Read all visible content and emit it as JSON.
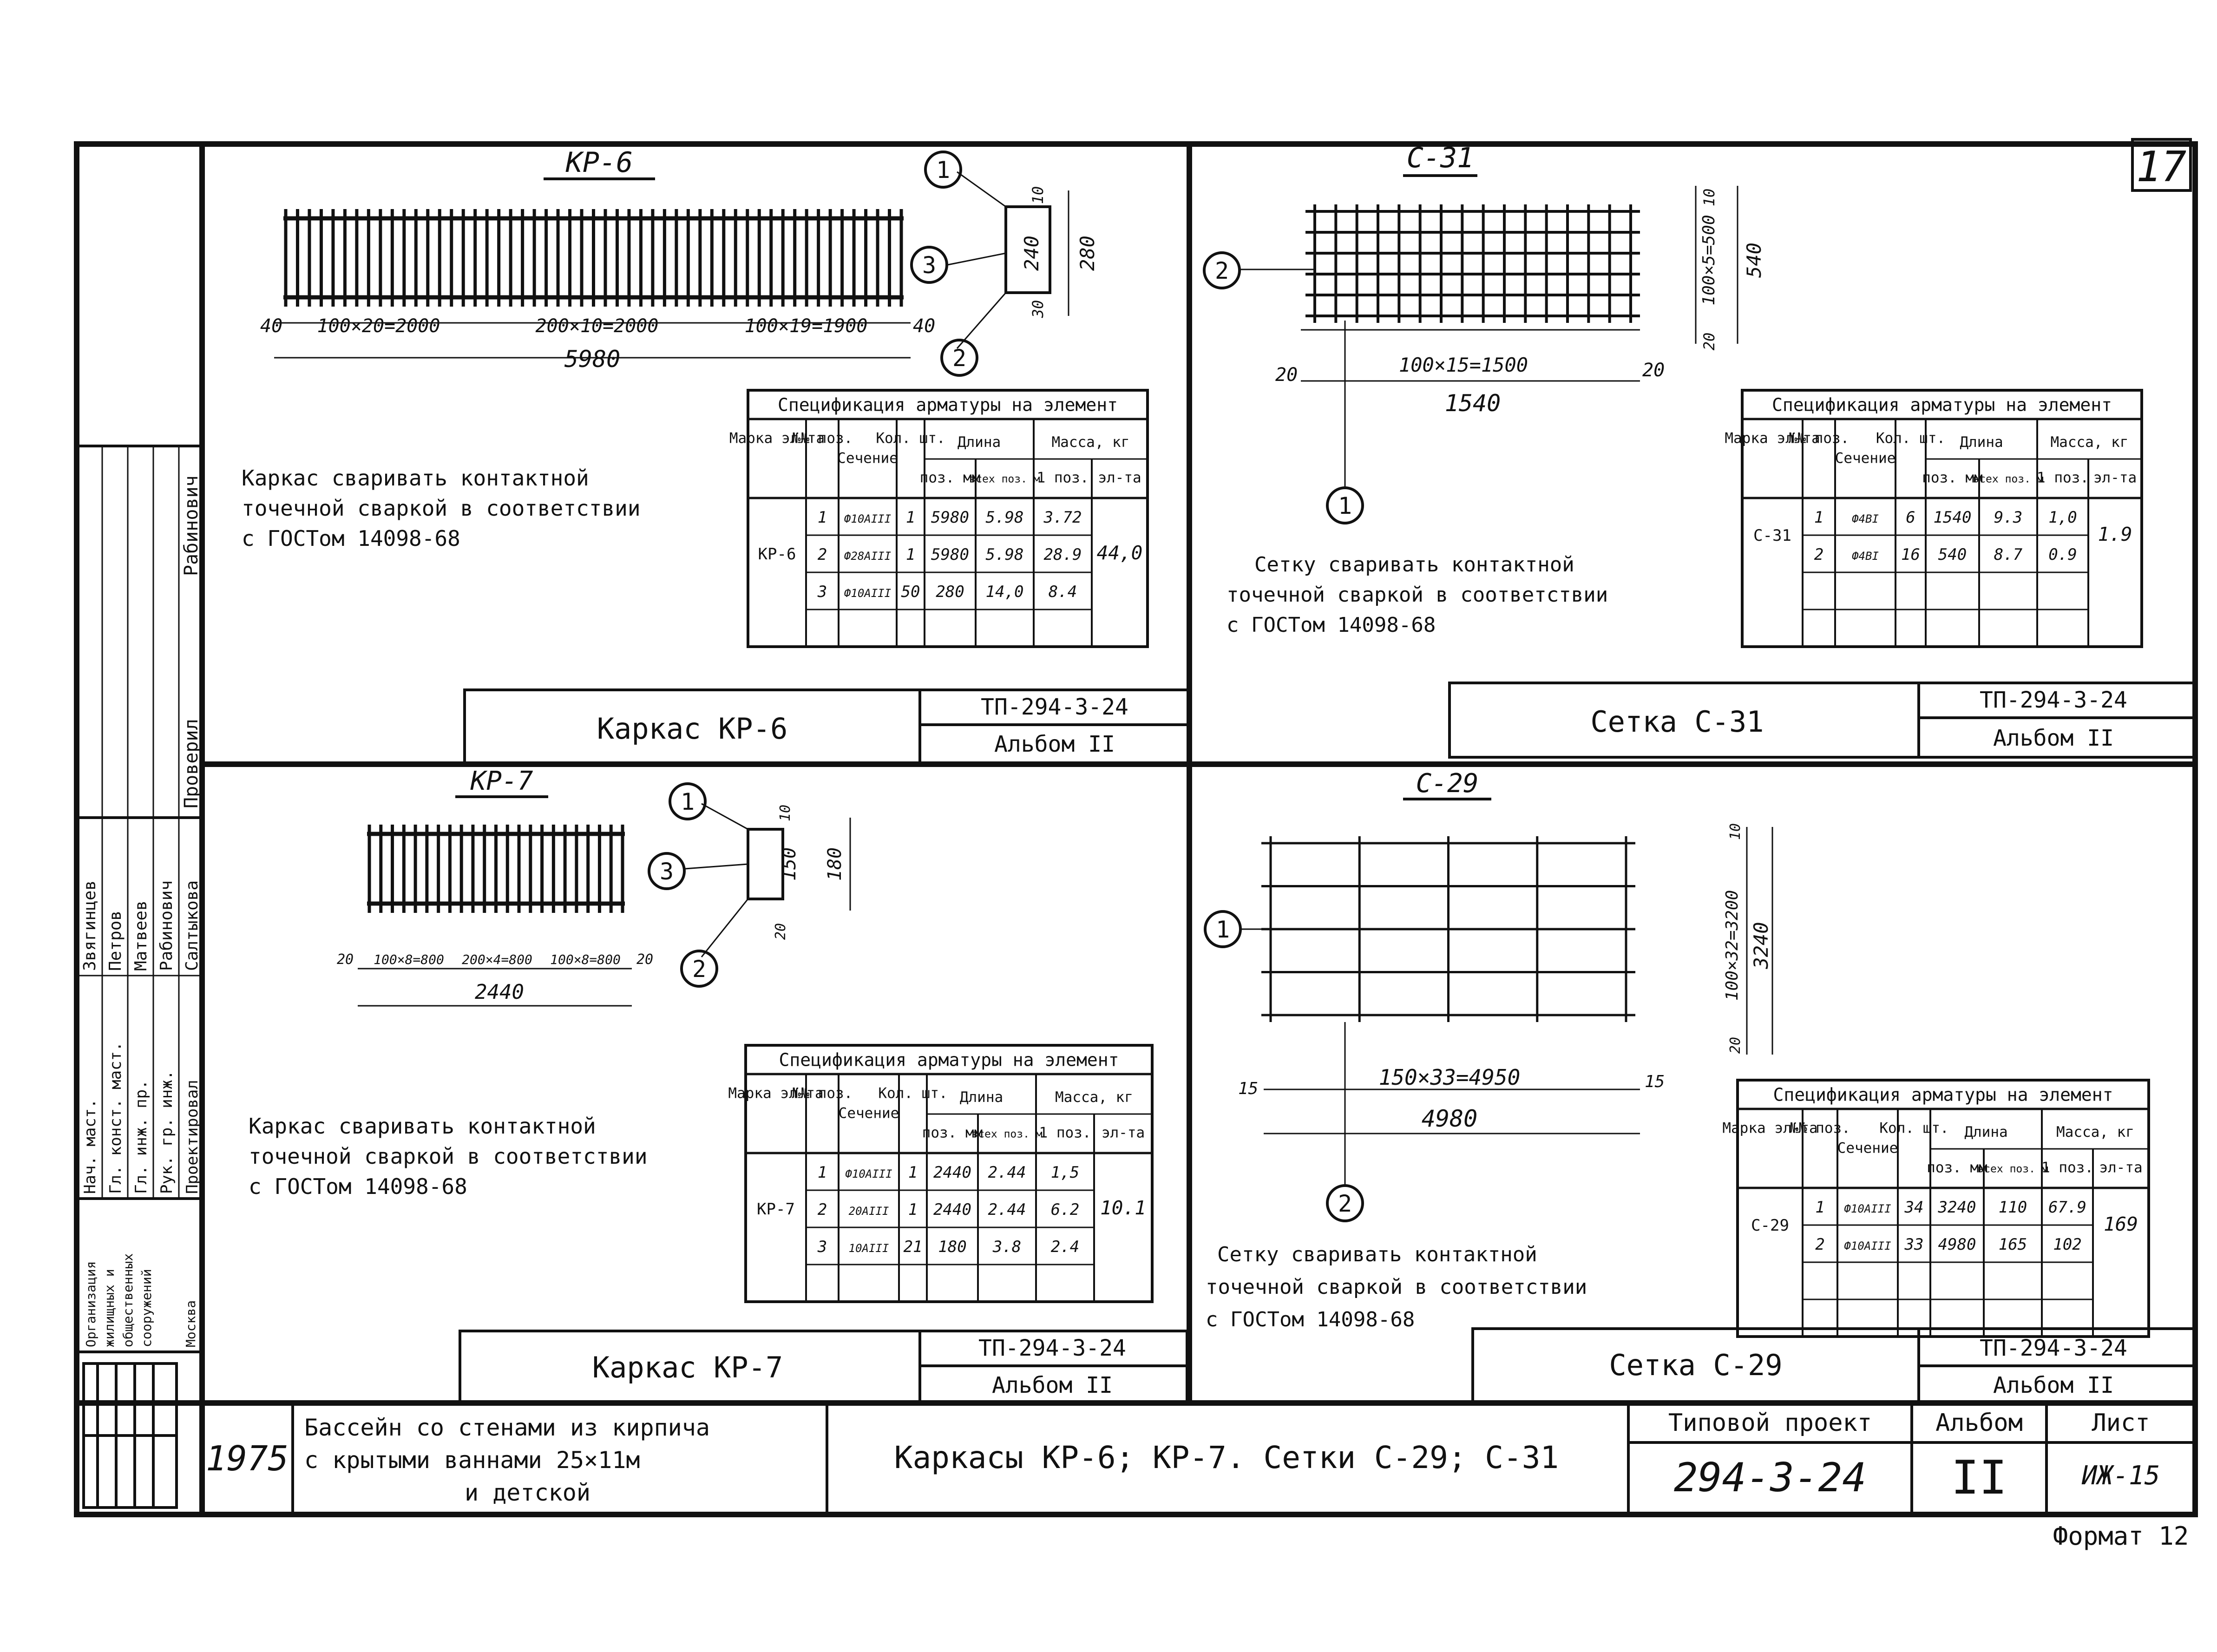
{
  "sheet_number": "17",
  "kr6": {
    "title": "КР-6",
    "dims": {
      "seg1": "100×20=2000",
      "seg2": "200×10=2000",
      "seg3": "100×19=1900",
      "end": "40",
      "total": "5980",
      "sec_w": "240",
      "sec_h": "280",
      "top": "10",
      "bot": "30"
    },
    "callouts": [
      "1",
      "3",
      "2"
    ],
    "note": [
      "Каркас сваривать контактной",
      "точечной сваркой в соответствии",
      "с ГОСТом 14098-68"
    ],
    "stamp_title": "Каркас КР-6",
    "stamp_code": "ТП-294-3-24",
    "stamp_album": "Альбом II",
    "spec": {
      "title": "Спецификация арматуры на элемент",
      "headers": [
        "Марка эл-та",
        "№№ поз.",
        "Сечение",
        "Кол. шт.",
        "Длина",
        "поз. мм",
        "всех поз. м",
        "Масса, кг",
        "1 поз.",
        "эл-та"
      ],
      "mark": "КР-6",
      "total": "44,0",
      "rows": [
        {
          "pos": "1",
          "sec": "Ф10АIII",
          "qty": "1",
          "len": "5980",
          "all": "5.98",
          "mass": "3.72"
        },
        {
          "pos": "2",
          "sec": "Ф28АIII",
          "qty": "1",
          "len": "5980",
          "all": "5.98",
          "mass": "28.9"
        },
        {
          "pos": "3",
          "sec": "Ф10АIII",
          "qty": "50",
          "len": "280",
          "all": "14,0",
          "mass": "8.4"
        }
      ]
    }
  },
  "c31": {
    "title": "С-31",
    "dims": {
      "grid": "100×15=1500",
      "total": "1540",
      "end": "20",
      "side": "100×5=500",
      "h": "540",
      "top": "10",
      "bot": "20"
    },
    "callouts": [
      "2",
      "1"
    ],
    "note": [
      "Сетку сваривать контактной",
      "точечной сваркой в соответствии",
      "с ГОСТом 14098-68"
    ],
    "stamp_title": "Сетка С-31",
    "stamp_code": "ТП-294-3-24",
    "stamp_album": "Альбом II",
    "spec": {
      "title": "Спецификация арматуры на элемент",
      "headers": [
        "Марка эл-та",
        "№№ поз.",
        "Сечение",
        "Кол. шт.",
        "Длина",
        "поз. мм",
        "всех поз. м",
        "Масса, кг",
        "1 поз.",
        "эл-та"
      ],
      "mark": "С-31",
      "total": "1.9",
      "rows": [
        {
          "pos": "1",
          "sec": "Ф4ВI",
          "qty": "6",
          "len": "1540",
          "all": "9.3",
          "mass": "1,0"
        },
        {
          "pos": "2",
          "sec": "Ф4ВI",
          "qty": "16",
          "len": "540",
          "all": "8.7",
          "mass": "0.9"
        }
      ]
    }
  },
  "kr7": {
    "title": "КР-7",
    "dims": {
      "seg1": "100×8=800",
      "seg2": "200×4=800",
      "seg3": "100×8=800",
      "end": "20",
      "total": "2440",
      "sec_w": "150",
      "sec_h": "180",
      "top": "10",
      "bot": "20"
    },
    "callouts": [
      "1",
      "3",
      "2"
    ],
    "note": [
      "Каркас сваривать контактной",
      "точечной сваркой в соответствии",
      "с ГОСТом 14098-68"
    ],
    "stamp_title": "Каркас КР-7",
    "stamp_code": "ТП-294-3-24",
    "stamp_album": "Альбом II",
    "spec": {
      "title": "Спецификация арматуры на элемент",
      "headers": [
        "Марка эл-та",
        "№№ поз.",
        "Сечение",
        "Кол. шт.",
        "Длина",
        "поз. мм",
        "всех поз. м",
        "Масса, кг",
        "1 поз.",
        "эл-та"
      ],
      "mark": "КР-7",
      "total": "10.1",
      "rows": [
        {
          "pos": "1",
          "sec": "Ф10АIII",
          "qty": "1",
          "len": "2440",
          "all": "2.44",
          "mass": "1,5"
        },
        {
          "pos": "2",
          "sec": "20АIII",
          "qty": "1",
          "len": "2440",
          "all": "2.44",
          "mass": "6.2"
        },
        {
          "pos": "3",
          "sec": "10АIII",
          "qty": "21",
          "len": "180",
          "all": "3.8",
          "mass": "2.4"
        }
      ]
    }
  },
  "c29": {
    "title": "С-29",
    "dims": {
      "grid": "150×33=4950",
      "total": "4980",
      "end": "15",
      "side": "100×32=3200",
      "h": "3240",
      "top": "10",
      "bot": "20"
    },
    "callouts": [
      "1",
      "2"
    ],
    "note": [
      "Сетку сваривать контактной",
      "точечной сваркой в соответствии",
      "с ГОСТом 14098-68"
    ],
    "stamp_title": "Сетка С-29",
    "stamp_code": "ТП-294-3-24",
    "stamp_album": "Альбом II",
    "spec": {
      "title": "Спецификация арматуры на элемент",
      "headers": [
        "Марка эл-та",
        "№№ поз.",
        "Сечение",
        "Кол. шт.",
        "Длина",
        "поз. мм",
        "всех поз. м",
        "Масса, кг",
        "1 поз.",
        "эл-та"
      ],
      "mark": "С-29",
      "total": "169",
      "rows": [
        {
          "pos": "1",
          "sec": "Ф10АIII",
          "qty": "34",
          "len": "3240",
          "all": "110",
          "mass": "67.9"
        },
        {
          "pos": "2",
          "sec": "Ф10АIII",
          "qty": "33",
          "len": "4980",
          "all": "165",
          "mass": "102"
        }
      ]
    }
  },
  "left_strip": {
    "roles": [
      "Нач. маст.",
      "Гл. конст. маст.",
      "Гл. инж. пр.",
      "Рук. гр. инж.",
      "Проектировал"
    ],
    "names": [
      "Звягинцев",
      "Петров",
      "Матвеев",
      "Рабинович",
      "Салтыкова"
    ],
    "upper_role": "Проверил",
    "upper_name": "Рабинович",
    "org": [
      "Организация",
      "жилищных и",
      "общественных",
      "сооружений",
      "Москва"
    ]
  },
  "title_block": {
    "year": "1975",
    "project_desc": [
      "Бассейн со стенами из кирпича",
      "с крытыми ваннами 25×11м",
      "и детской"
    ],
    "drawing_title": "Каркасы КР-6; КР-7. Сетки С-29; С-31",
    "project_label": "Типовой проект",
    "project_code": "294-3-24",
    "album_label": "Альбом",
    "album_value": "II",
    "sheet_label": "Лист",
    "sheet_value": "ИЖ-15"
  },
  "format_label": "Формат 12"
}
